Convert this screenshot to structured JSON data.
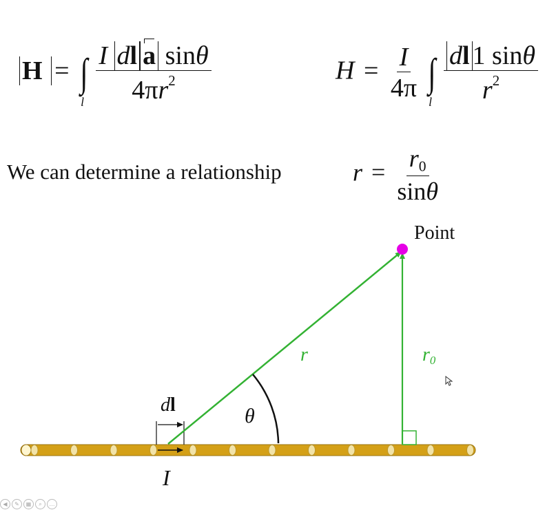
{
  "equations": {
    "left": {
      "lhs": "H",
      "equals": "=",
      "integral_limit": "l",
      "num_current": "I",
      "num_dl": "dl",
      "num_ahat": "a",
      "num_trig": "sin",
      "num_theta": "θ",
      "den_coeff": "4π",
      "den_r": "r",
      "den_exp": "2"
    },
    "right": {
      "lhs": "H",
      "equals": "=",
      "front_num": "I",
      "front_den": "4π",
      "integral_limit": "l",
      "num_dl": "dl",
      "num_one_sin": "1 sin",
      "num_theta": "θ",
      "den_r": "r",
      "den_exp": "2"
    }
  },
  "relationship": {
    "text": "We can determine a relationship",
    "lhs": "r",
    "equals": "=",
    "num_r": "r",
    "num_sub": "0",
    "den": "sin",
    "den_theta": "θ"
  },
  "diagram": {
    "point_label": "Point",
    "r_label": "r",
    "r0_label": "r",
    "r0_sub": "0",
    "theta_label": "θ",
    "dl_label": "dl",
    "current_label": "I",
    "colors": {
      "green_lines": "#33b233",
      "point_dot": "#e600e6",
      "wire_fill": "#d4a017",
      "wire_beads": "#f2e3a8",
      "arc": "#111111"
    }
  },
  "toolbar": {
    "icons": [
      "previous-icon",
      "pen-icon",
      "slides-icon",
      "zoom-icon",
      "more-icon"
    ]
  }
}
